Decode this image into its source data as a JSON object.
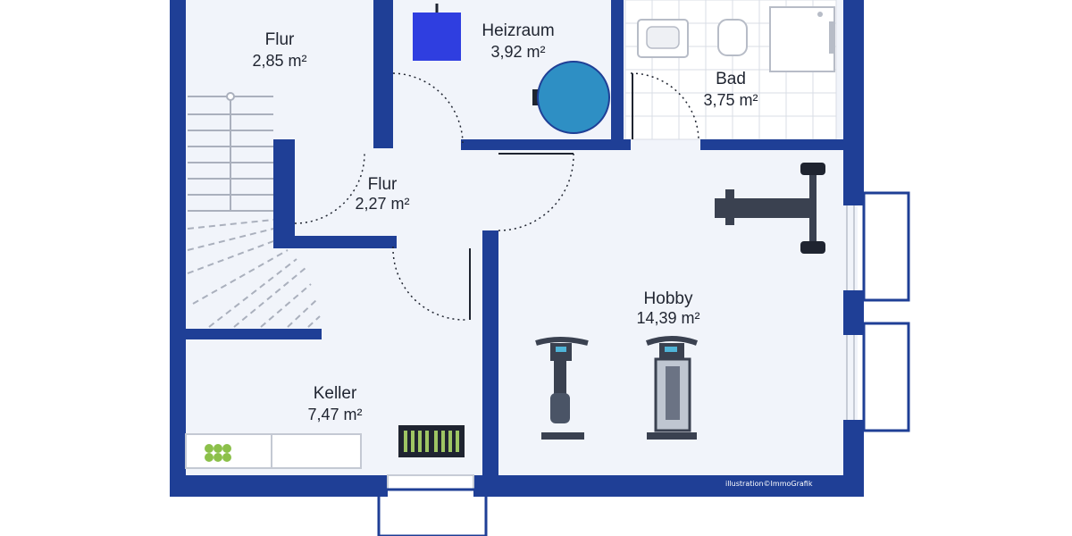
{
  "plan": {
    "wall_color": "#1f3f96",
    "floor_color": "#f1f4fa",
    "credit": "illustration©ImmoGrafik"
  },
  "rooms": [
    {
      "id": "flur-top",
      "label": "Flur",
      "area": "2,85 m²"
    },
    {
      "id": "heizraum",
      "label": "Heizraum",
      "area": "3,92 m²"
    },
    {
      "id": "bad",
      "label": "Bad",
      "area": "3,75 m²"
    },
    {
      "id": "flur-mid",
      "label": "Flur",
      "area": "2,27 m²"
    },
    {
      "id": "hobby",
      "label": "Hobby",
      "area": "14,39 m²"
    },
    {
      "id": "keller",
      "label": "Keller",
      "area": "7,47 m²"
    }
  ],
  "fixtures": {
    "boiler_color": "#2f3ee0",
    "tank_color": "#2e8fc4"
  }
}
